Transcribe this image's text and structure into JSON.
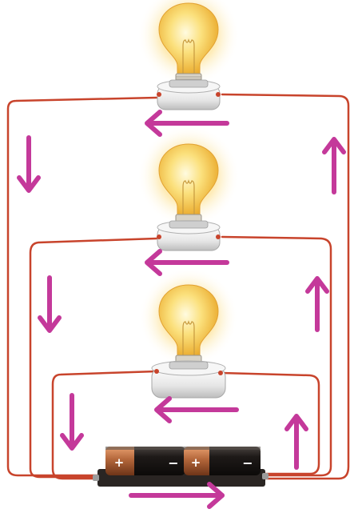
{
  "diagram": {
    "colors": {
      "wire": "#c8442c",
      "arrow": "#c4399a",
      "glass": "#f6c84a",
      "glow": "#fde7a6",
      "base": "#e9e9e9",
      "battery": "#1e1a18",
      "battery_band": "#b3663a"
    },
    "bulbs": [
      {
        "id": "bulb-top"
      },
      {
        "id": "bulb-middle"
      },
      {
        "id": "bulb-bottom"
      }
    ],
    "batteries": [
      {
        "plus": "+",
        "minus": "−"
      },
      {
        "plus": "+",
        "minus": "−"
      }
    ],
    "arrows": [
      {
        "id": "arrow-top-bulb",
        "direction": "left"
      },
      {
        "id": "arrow-middle-bulb",
        "direction": "left"
      },
      {
        "id": "arrow-bottom-bulb",
        "direction": "left"
      },
      {
        "id": "arrow-battery",
        "direction": "right"
      },
      {
        "id": "arrow-left-outer",
        "direction": "down"
      },
      {
        "id": "arrow-left-middle",
        "direction": "down"
      },
      {
        "id": "arrow-left-inner",
        "direction": "down"
      },
      {
        "id": "arrow-right-outer",
        "direction": "up"
      },
      {
        "id": "arrow-right-middle",
        "direction": "up"
      },
      {
        "id": "arrow-right-inner",
        "direction": "up"
      }
    ]
  }
}
